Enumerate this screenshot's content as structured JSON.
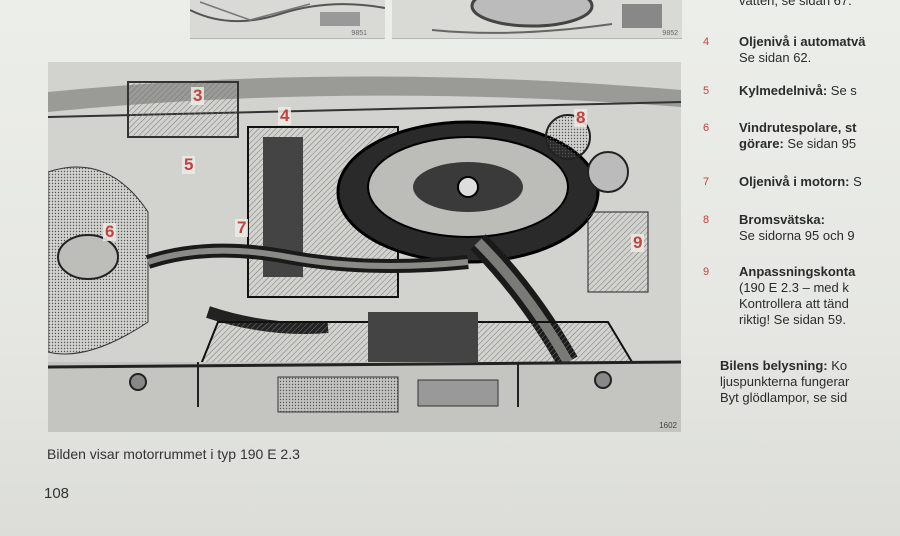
{
  "top_illustrations": [
    {
      "number": "9851"
    },
    {
      "number": "9852"
    }
  ],
  "illustration": {
    "number": "1602",
    "callouts": [
      "3",
      "4",
      "5",
      "6",
      "7",
      "8",
      "9"
    ]
  },
  "caption": "Bilden visar motorrummet i typ 190 E 2.3",
  "page_number": "108",
  "legend": {
    "top_fragment": "vatten, se sidan 67.",
    "items": [
      {
        "num": "4",
        "bold": "Oljenivå i automatvä",
        "text": "",
        "line2": "Se sidan 62."
      },
      {
        "num": "5",
        "bold": "Kylmedelnivå:",
        "text": " Se s",
        "line2": ""
      },
      {
        "num": "6",
        "bold": "Vindrutespolare, st",
        "text": "",
        "line2_bold": "görare:",
        "line2": " Se sidan 95"
      },
      {
        "num": "7",
        "bold": "Oljenivå i motorn:",
        "text": " S",
        "line2": ""
      },
      {
        "num": "8",
        "bold": "Bromsvätska:",
        "text": "",
        "line2": "Se sidorna 95 och 9"
      },
      {
        "num": "9",
        "bold": "Anpassningskonta",
        "text": "",
        "line2": "(190 E 2.3 – med k",
        "line3": "Kontrollera att tänd",
        "line4": "riktig! Se sidan 59."
      }
    ]
  },
  "bilens": {
    "bold": "Bilens belysning:",
    "text": " Ko",
    "line2": "ljuspunkterna fungerar",
    "line3": "Byt glödlampor, se sid"
  }
}
